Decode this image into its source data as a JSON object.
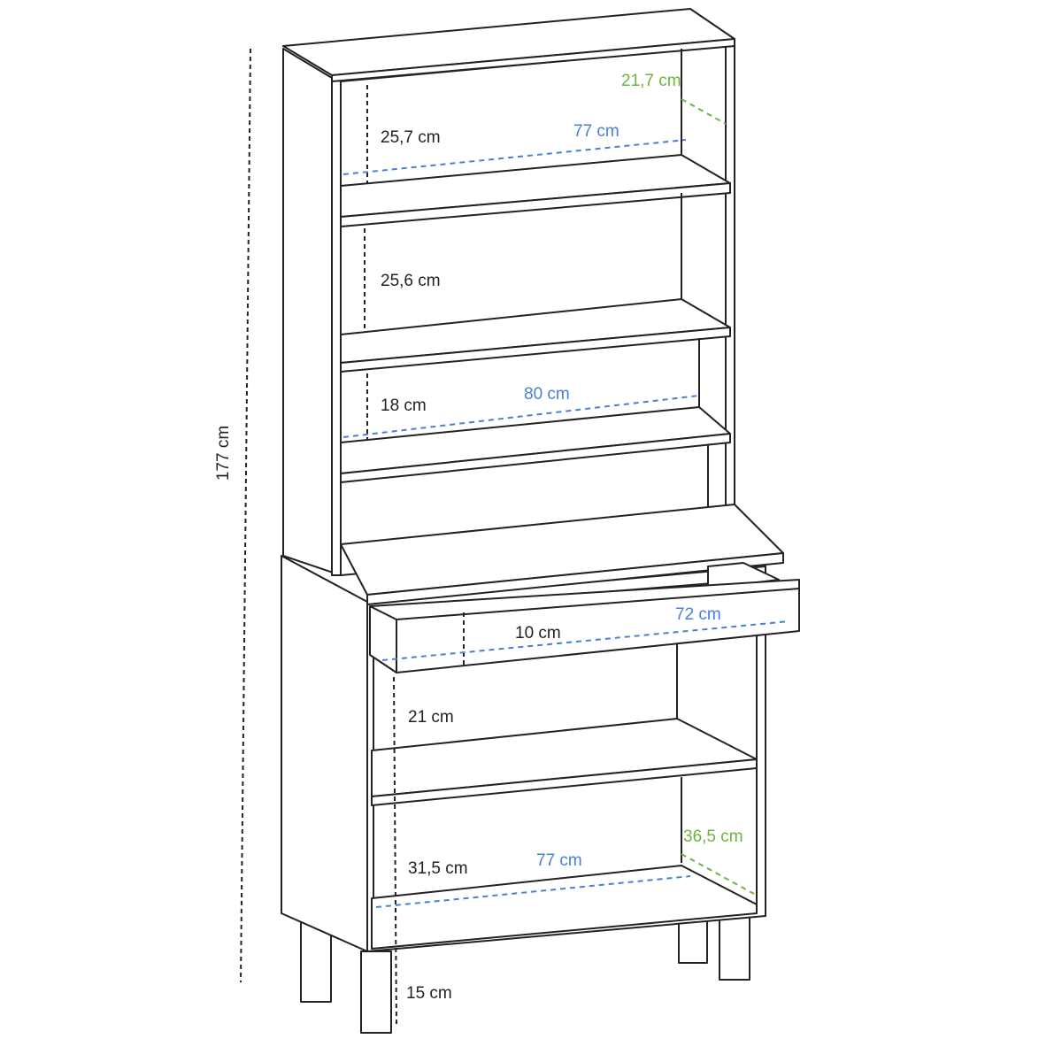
{
  "colors": {
    "line": "#222222",
    "width_dim": "#4a7fd4",
    "depth_dim": "#6db33f"
  },
  "dimensions": {
    "total_height": "177 cm",
    "top_depth": "21,7 cm",
    "shelf1_height": "25,7 cm",
    "top_width": "77 cm",
    "shelf2_height": "25,6 cm",
    "shelf3_height": "18 cm",
    "mid_width": "80 cm",
    "drawer_height": "10 cm",
    "drawer_width": "72 cm",
    "lower_shelf_height": "21 cm",
    "bottom_height": "31,5 cm",
    "bottom_width": "77 cm",
    "bottom_depth": "36,5 cm",
    "leg_height": "15 cm"
  }
}
